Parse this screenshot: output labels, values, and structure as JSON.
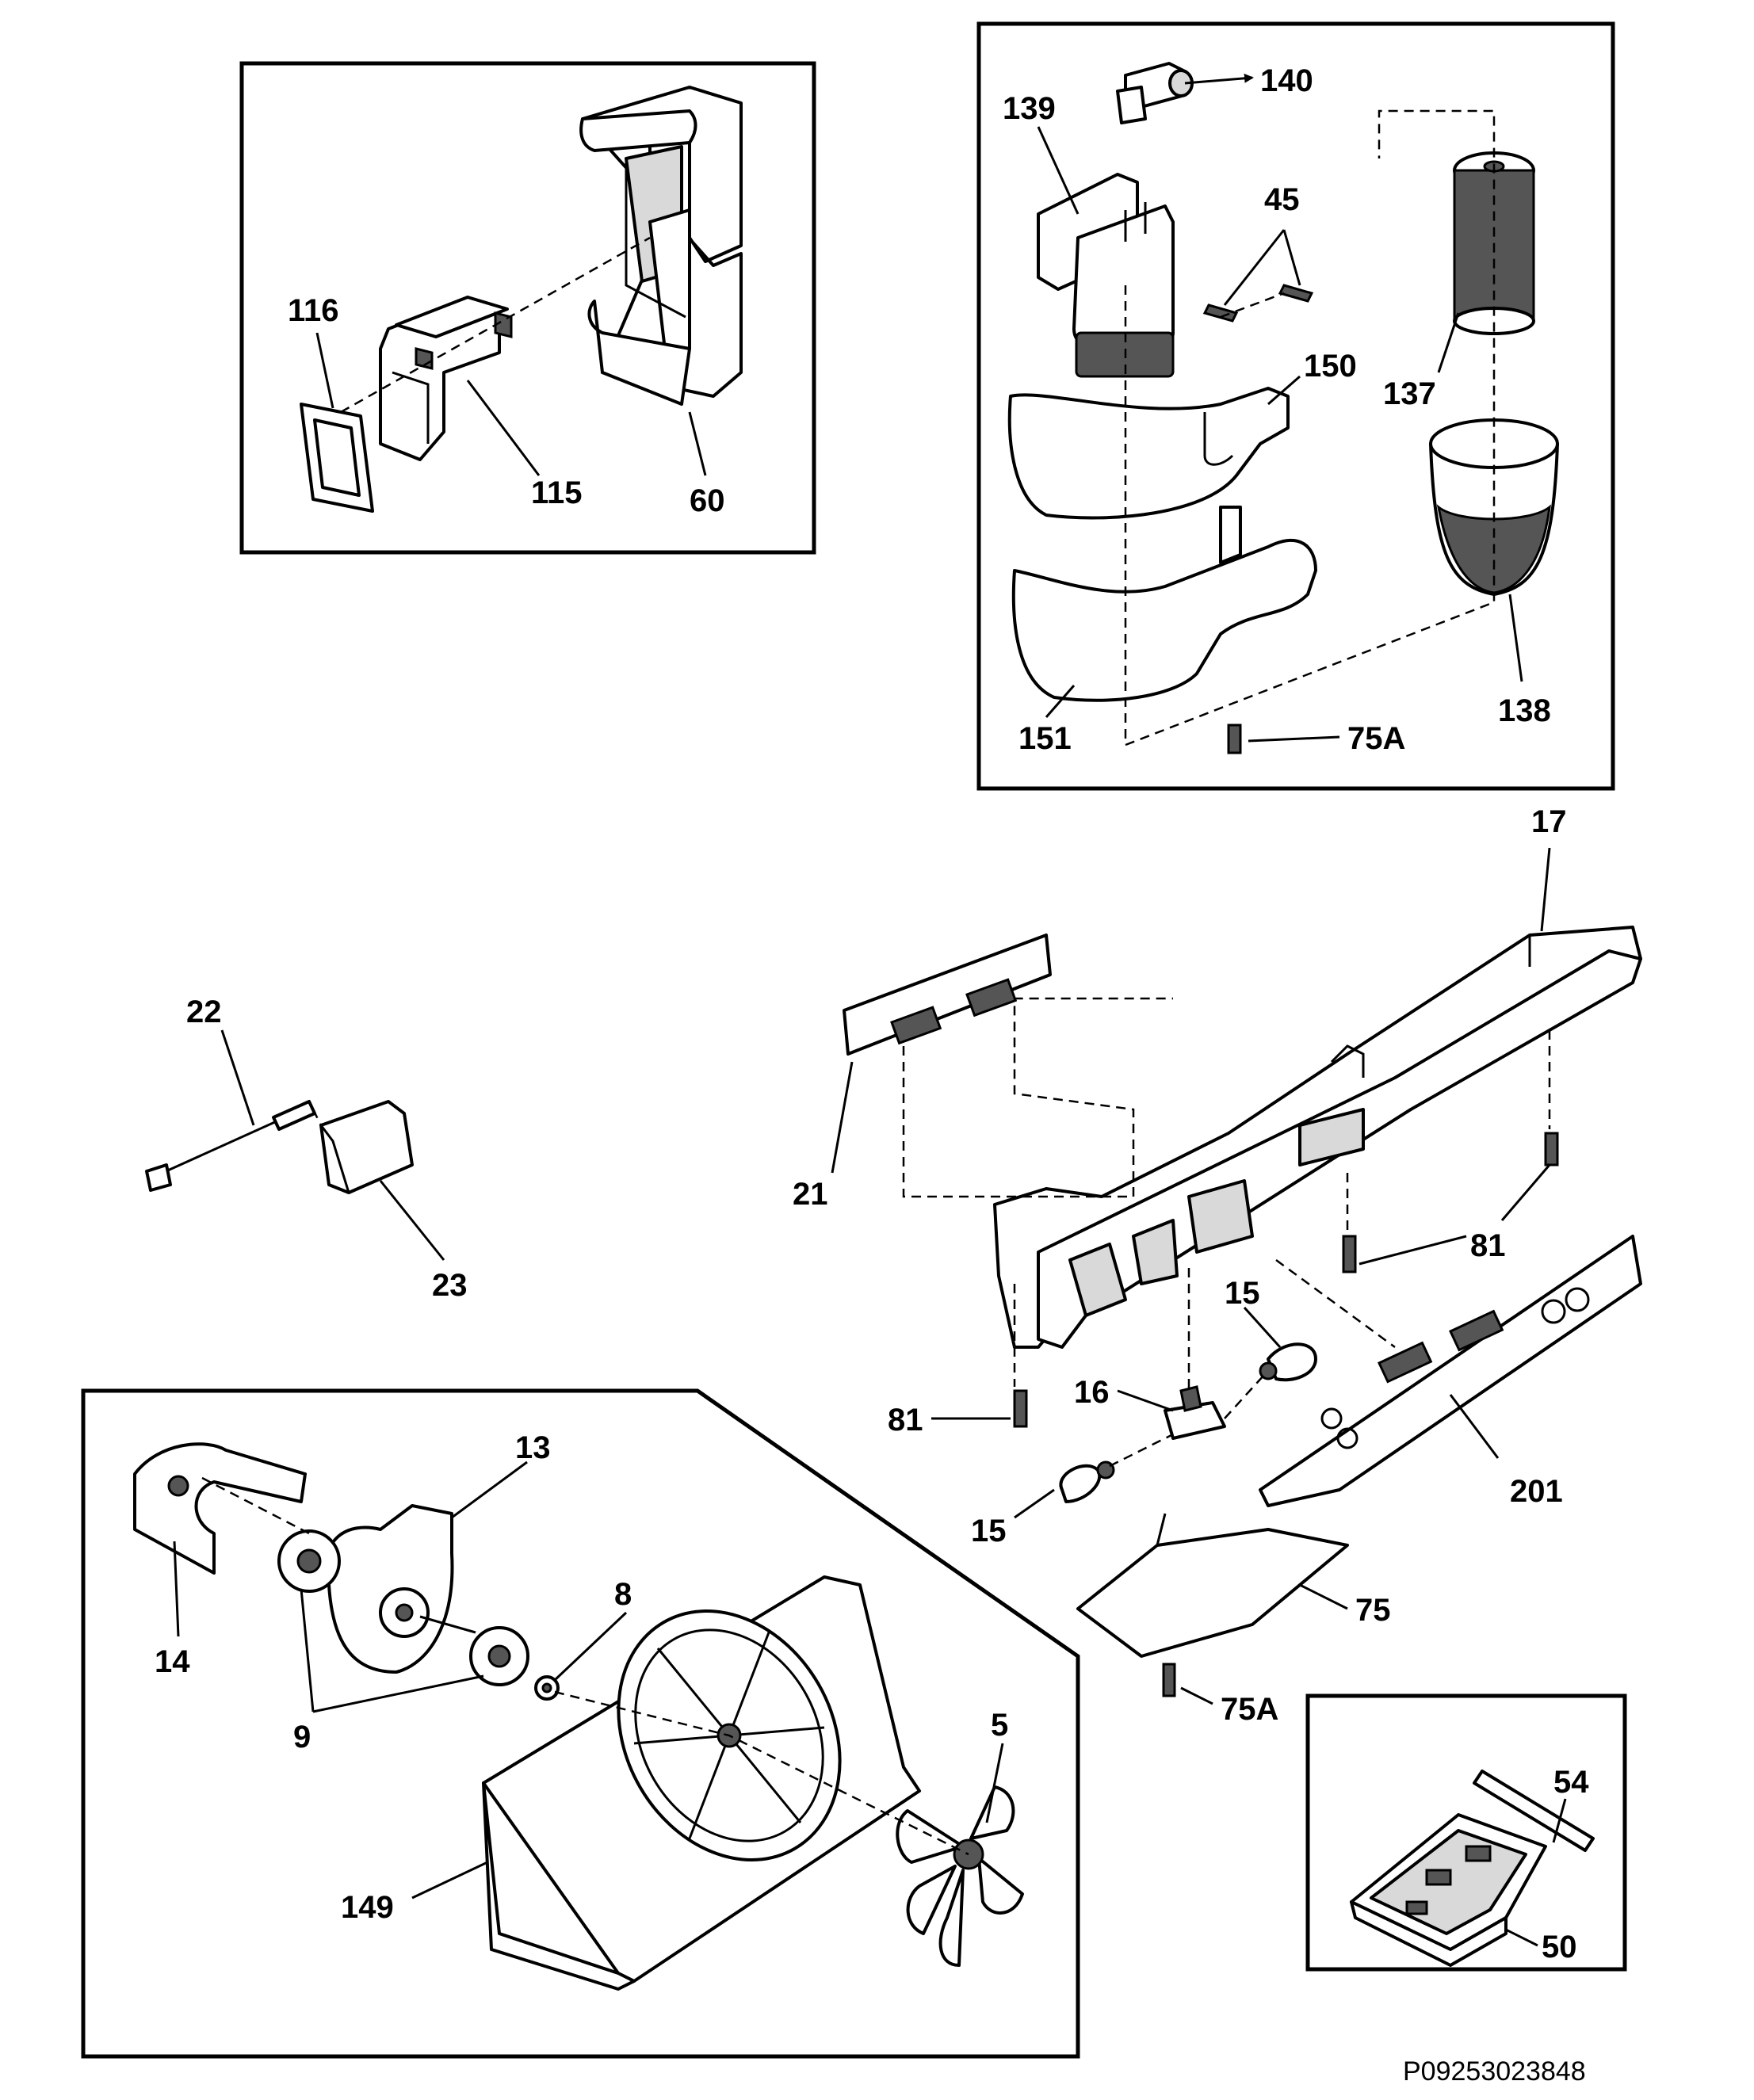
{
  "diagram": {
    "code": "P09253023848",
    "callouts": {
      "c140": "140",
      "c139": "139",
      "c45": "45",
      "c150": "150",
      "c137": "137",
      "c138": "138",
      "c151": "151",
      "c75A_top": "75A",
      "c116": "116",
      "c115": "115",
      "c60": "60",
      "c17": "17",
      "c22": "22",
      "c21": "21",
      "c23": "23",
      "c81_right": "81",
      "c15_upper": "15",
      "c16": "16",
      "c81_left": "81",
      "c201": "201",
      "c15_lower": "15",
      "c75": "75",
      "c75A_bottom": "75A",
      "c13": "13",
      "c8": "8",
      "c14": "14",
      "c9": "9",
      "c5": "5",
      "c149": "149",
      "c54": "54",
      "c50": "50"
    }
  }
}
